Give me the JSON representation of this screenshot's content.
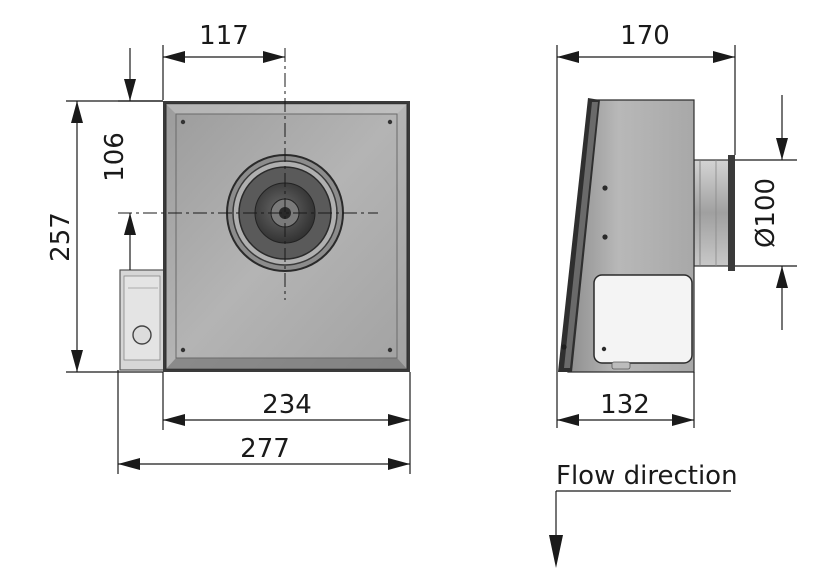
{
  "front_view": {
    "dim_top_offset": "117",
    "dim_height_centre": "106",
    "dim_height_total": "257",
    "dim_width_housing": "234",
    "dim_width_total": "277"
  },
  "side_view": {
    "dim_depth_total": "170",
    "dim_depth_housing": "132",
    "dim_spigot_diameter": "Ø100"
  },
  "legend": {
    "flow_label": "Flow direction"
  },
  "colors": {
    "line": "#1a1a1a",
    "housing_fill": "#a8a8a8",
    "housing_edge": "#4a4a4a",
    "spigot": "#c8c8c8",
    "dark_ring": "#3c3c3c"
  }
}
